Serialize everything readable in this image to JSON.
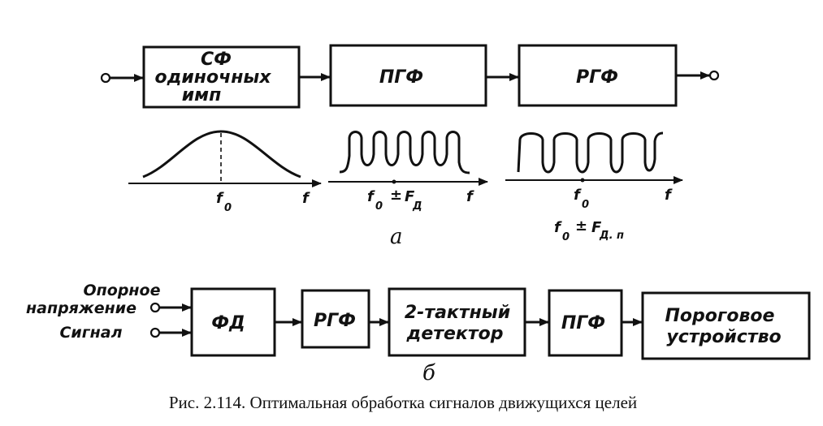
{
  "part_a": {
    "blocks": [
      {
        "lines": [
          "СФ",
          "одиночных",
          "имп"
        ]
      },
      {
        "lines": [
          "ПГФ"
        ]
      },
      {
        "lines": [
          "РГФ"
        ]
      }
    ],
    "graph1": {
      "center": "f",
      "center_sub": "0",
      "axis": "f"
    },
    "graph2": {
      "center": "f",
      "center_sub": "0",
      "pm": "±",
      "shift": "F",
      "shift_sub": "Д",
      "axis": "f"
    },
    "graph3": {
      "center": "f",
      "center_sub": "0",
      "line2_f": "f",
      "line2_sub": "0",
      "pm": "±",
      "shift": "F",
      "shift_sub": "Д. п",
      "axis": "f"
    },
    "label": "а"
  },
  "part_b": {
    "inputs": [
      "Опорное",
      "напряжение",
      "Сигнал"
    ],
    "blocks": [
      {
        "lines": [
          "ФД"
        ]
      },
      {
        "lines": [
          "РГФ"
        ]
      },
      {
        "lines": [
          "2-тактный",
          "детектор"
        ]
      },
      {
        "lines": [
          "ПГФ"
        ]
      },
      {
        "lines": [
          "Пороговое",
          "устройство"
        ]
      }
    ],
    "label": "б"
  },
  "caption": "Рис. 2.114. Оптимальная обработка сигналов движущихся целей"
}
